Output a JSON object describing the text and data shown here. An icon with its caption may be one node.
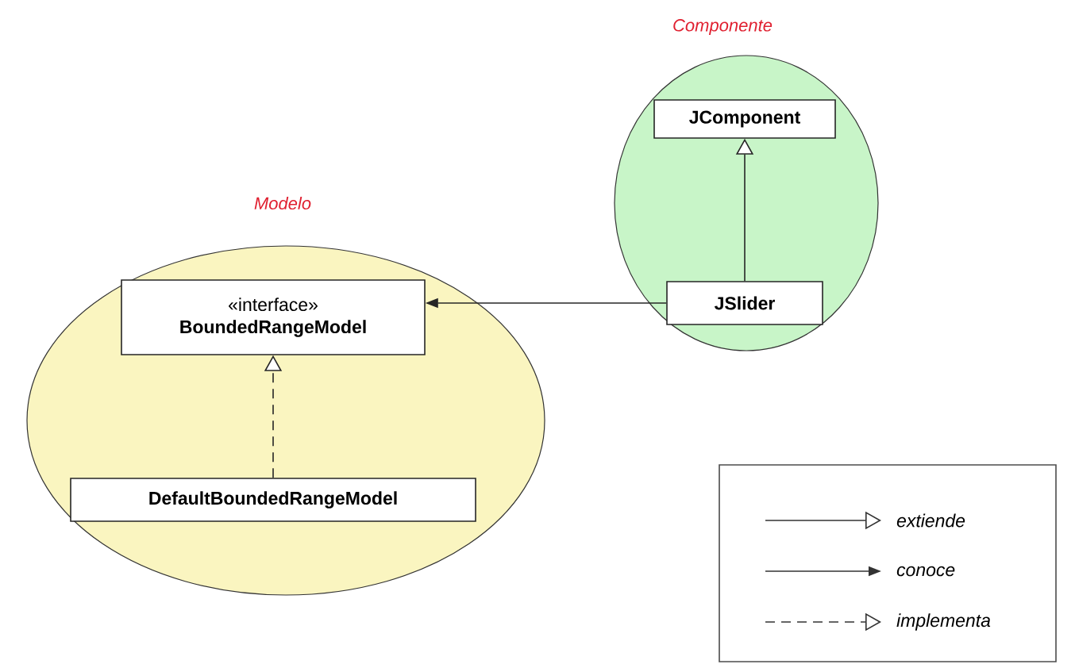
{
  "diagram": {
    "nodes": [
      {
        "text": [
          "Modelo"
        ]
      },
      {
        "text": [
          "«interface»",
          "BoundedRangeModel"
        ],
        "in": 0
      },
      {
        "text": [
          "DefaultBoundedRangeModel"
        ],
        "in": 0
      },
      {
        "text": [
          "Componente"
        ]
      },
      {
        "text": [
          "JComponent"
        ],
        "in": 3
      },
      {
        "text": [
          "JSlider"
        ],
        "in": 3
      }
    ],
    "edges": [
      {
        "from": 2,
        "to": 1,
        "arrow": "to",
        "style": "dashed"
      },
      {
        "from": 5,
        "to": 4,
        "arrow": "to"
      },
      {
        "from": 5,
        "to": 1,
        "arrow": "to"
      }
    ],
    "legend": [
      {
        "text": "extiende"
      },
      {
        "text": "conoce"
      },
      {
        "text": "implementa"
      }
    ]
  }
}
